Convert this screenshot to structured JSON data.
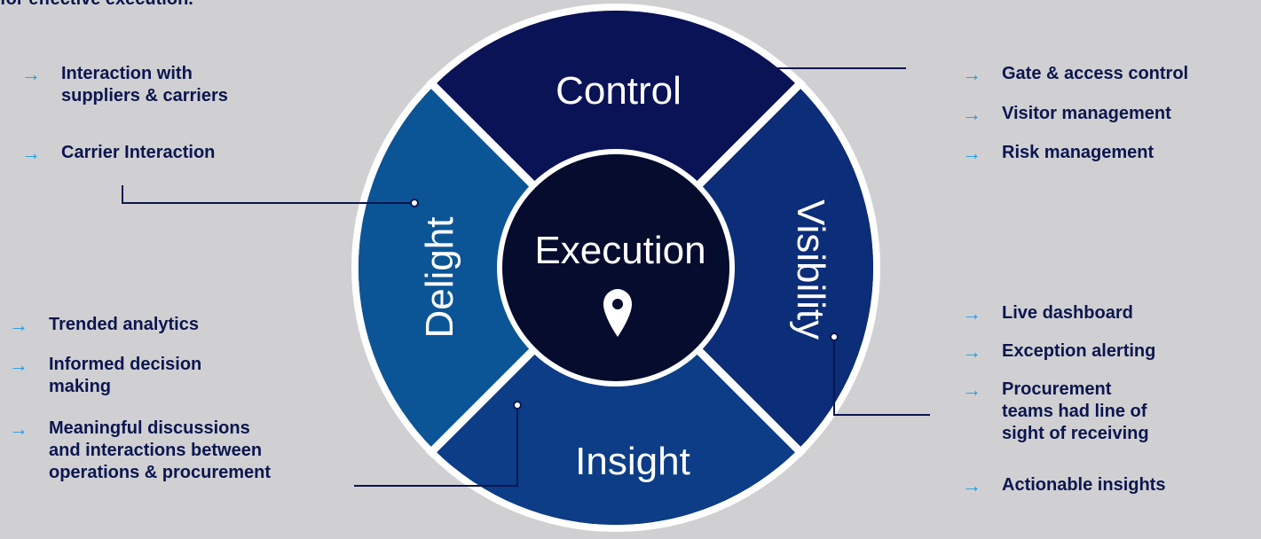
{
  "intro_text": "for effective execution.",
  "wheel": {
    "center_label": "Execution",
    "segments": {
      "control": "Control",
      "visibility": "Visibility",
      "insight": "Insight",
      "delight": "Delight"
    },
    "colors": {
      "control": "#0b1357",
      "visibility": "#0c2d78",
      "insight": "#0c3d86",
      "delight": "#0b5596",
      "center": "#050c2e",
      "background": "#d0d0d2",
      "text": "#0b1650",
      "arrow": "#1e9be9"
    }
  },
  "left_top": {
    "items": [
      {
        "arrow": "→",
        "text": "Interaction with\nsuppliers & carriers"
      },
      {
        "arrow": "→",
        "text": "Carrier Interaction"
      }
    ]
  },
  "left_bottom": {
    "items": [
      {
        "arrow": "→",
        "text": "Trended analytics"
      },
      {
        "arrow": "→",
        "text": "Informed decision\nmaking"
      },
      {
        "arrow": "→",
        "text": "Meaningful discussions\nand interactions between\noperations & procurement"
      }
    ]
  },
  "right_top": {
    "items": [
      {
        "arrow": "→",
        "text": "Gate & access control"
      },
      {
        "arrow": "→",
        "text": "Visitor management"
      },
      {
        "arrow": "→",
        "text": "Risk management"
      }
    ]
  },
  "right_bottom": {
    "items": [
      {
        "arrow": "→",
        "text": "Live dashboard"
      },
      {
        "arrow": "→",
        "text": "Exception alerting"
      },
      {
        "arrow": "→",
        "text": "Procurement\nteams had line of\nsight of receiving"
      },
      {
        "arrow": "→",
        "text": "Actionable insights"
      }
    ]
  }
}
